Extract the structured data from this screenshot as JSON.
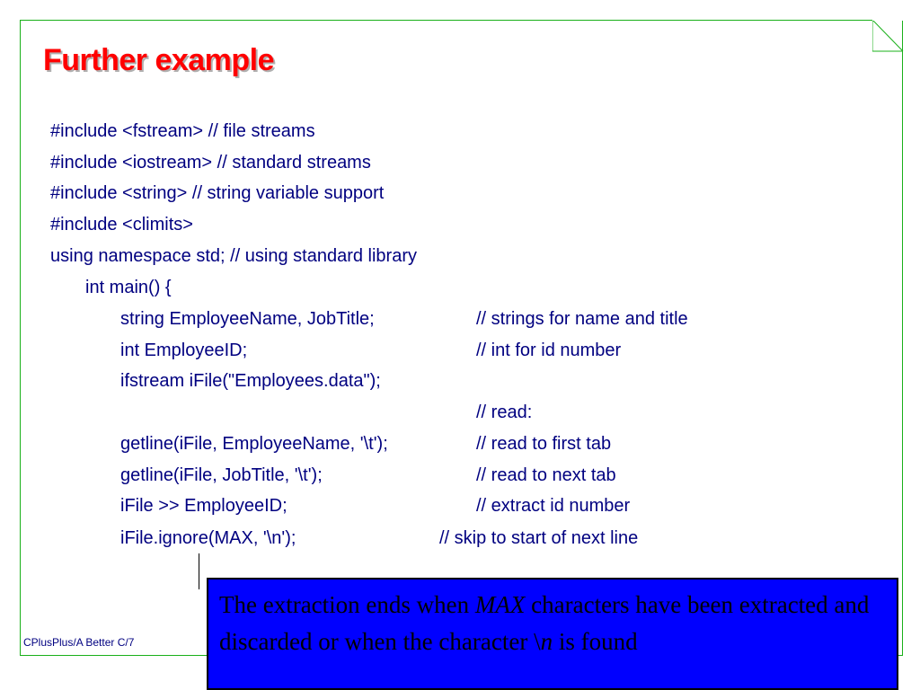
{
  "slide": {
    "title": "Further example",
    "footer": "CPlusPlus/A Better C/7"
  },
  "code": {
    "lines": [
      {
        "code": "#include <fstream> // file streams",
        "comment": ""
      },
      {
        "code": "#include <iostream> // standard streams",
        "comment": ""
      },
      {
        "code": "#include <string> // string variable support",
        "comment": ""
      },
      {
        "code": "#include <climits>",
        "comment": ""
      },
      {
        "code": "using namespace std; // using standard library",
        "comment": ""
      },
      {
        "code": "int main() {",
        "comment": ""
      },
      {
        "code": "string EmployeeName, JobTitle;",
        "comment": "// strings for name and title"
      },
      {
        "code": "int EmployeeID;",
        "comment": "// int for id number"
      },
      {
        "code": "ifstream iFile(\"Employees.data\");",
        "comment": ""
      },
      {
        "code": "",
        "comment": "//  read:"
      },
      {
        "code": "getline(iFile, EmployeeName, '\\t');",
        "comment": "// read to first tab"
      },
      {
        "code": "getline(iFile, JobTitle, '\\t');",
        "comment": "// read to next tab"
      },
      {
        "code": "iFile >> EmployeeID;",
        "comment": "// extract id number"
      },
      {
        "code": "iFile.ignore(MAX, '\\n');",
        "comment": "// skip to start of next line"
      }
    ]
  },
  "callout": {
    "text_before": "The extraction ends when ",
    "italic_max": "MAX",
    "text_middle": " characters have been extracted and discarded or when the character \\",
    "italic_n": "n",
    "text_after": " is found"
  },
  "colors": {
    "title": "#ff0000",
    "code_text": "#000080",
    "frame": "#19b019",
    "callout_bg": "#0000ff"
  }
}
